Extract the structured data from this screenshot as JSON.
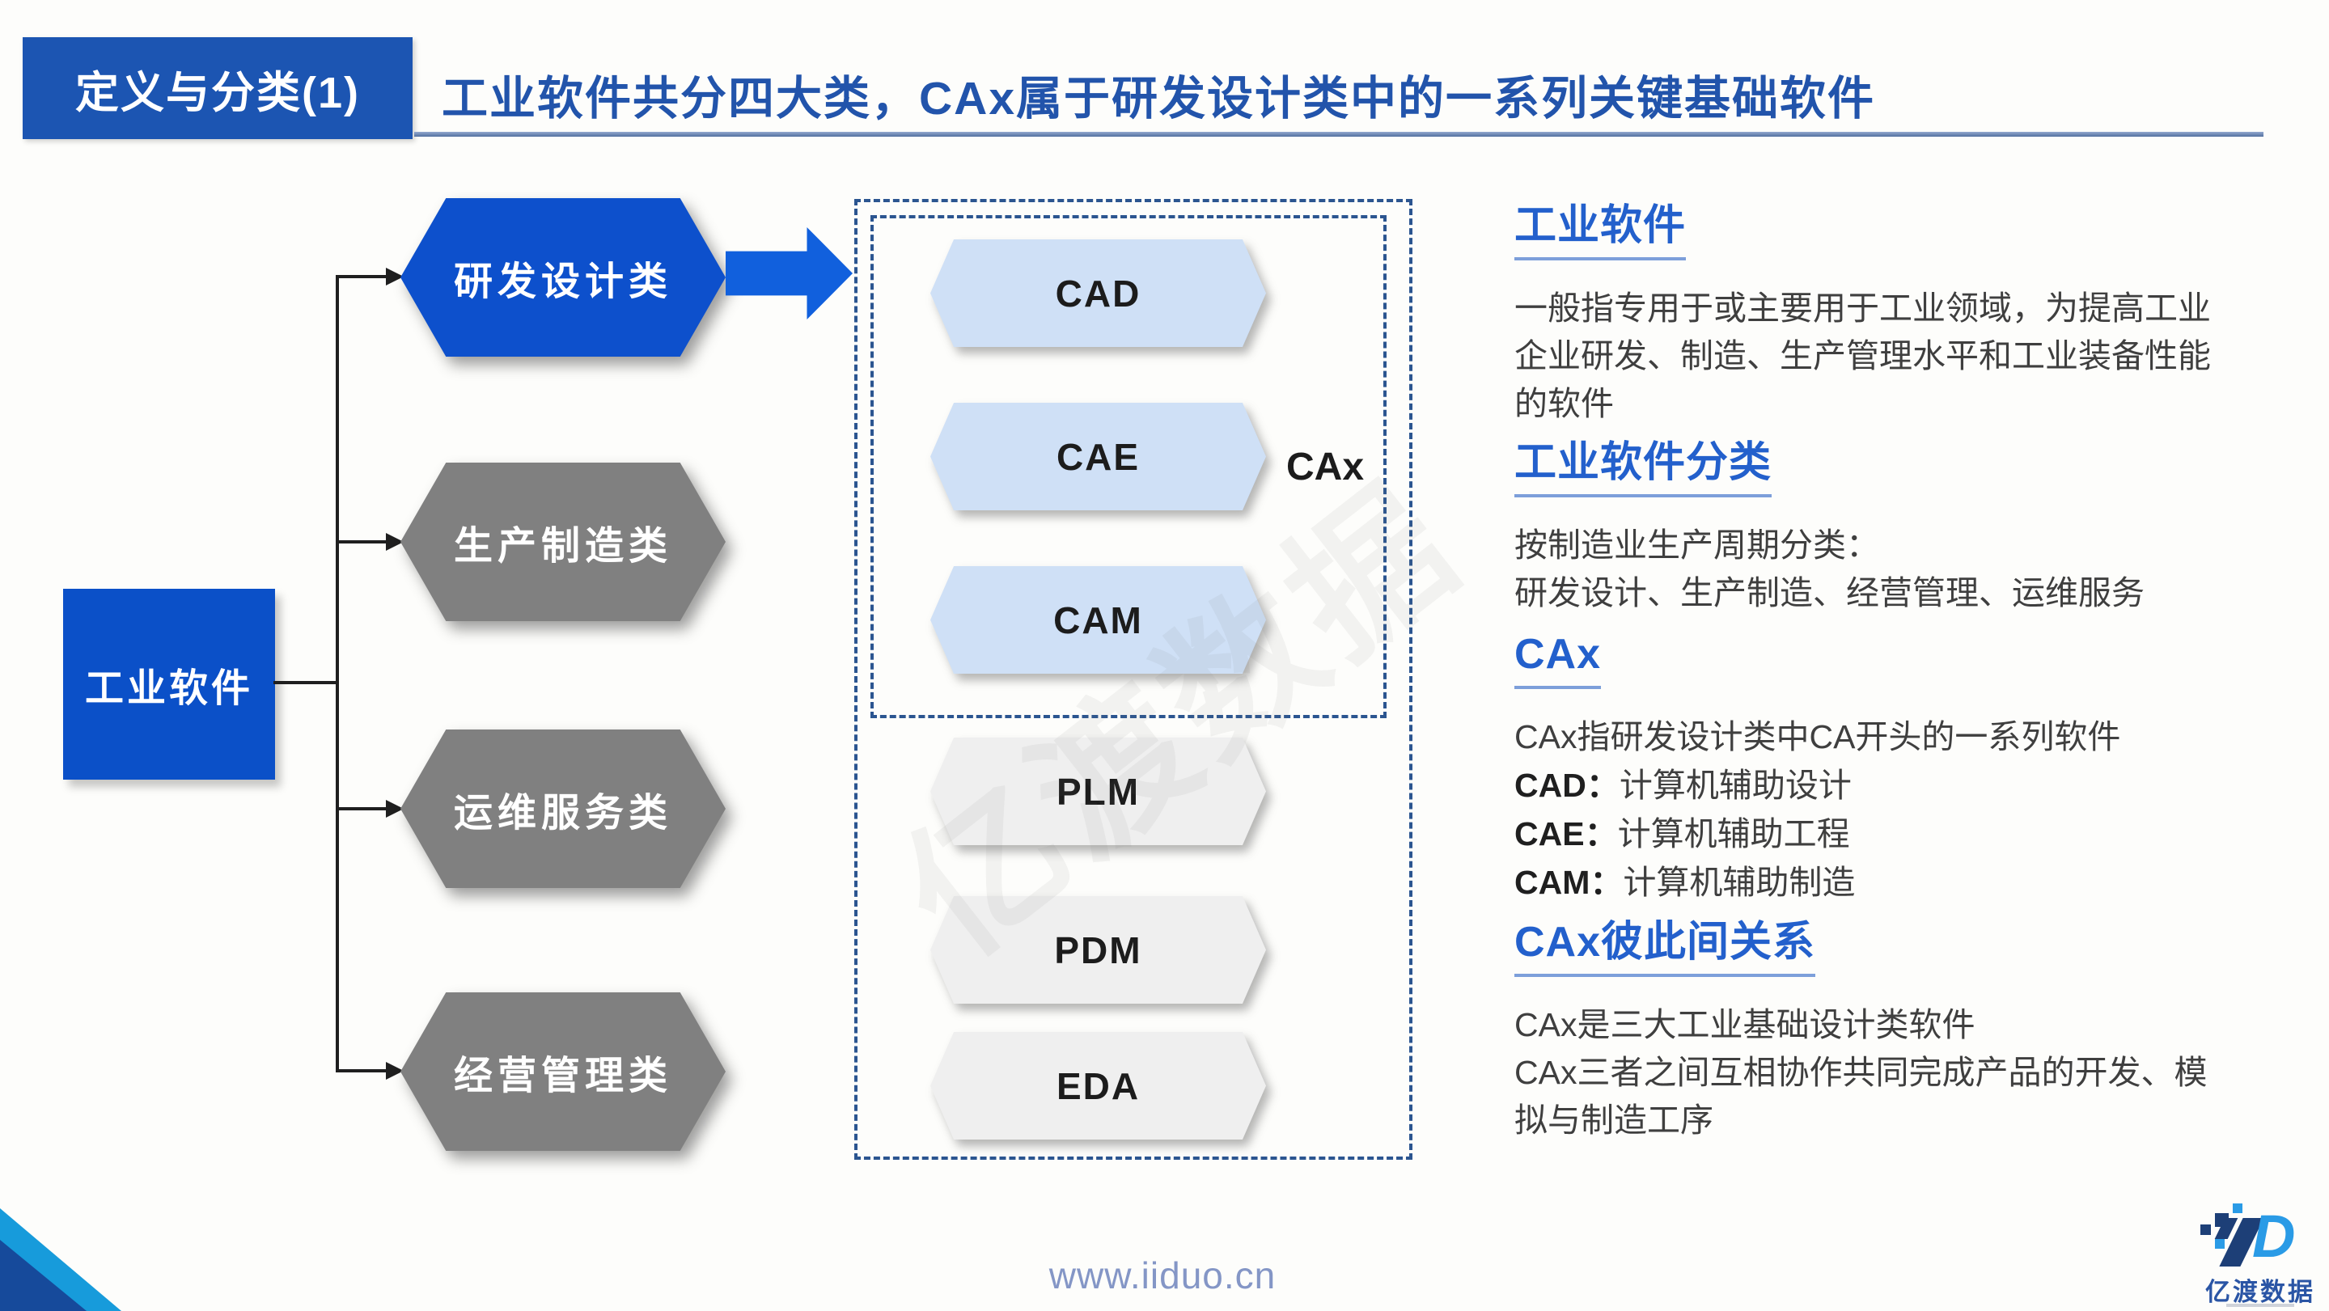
{
  "header": {
    "badge": "定义与分类(1)",
    "title": "工业软件共分四大类，CAx属于研发设计类中的一系列关键基础软件"
  },
  "tree": {
    "root": "工业软件",
    "categories": [
      {
        "label": "研发设计类",
        "highlighted": true
      },
      {
        "label": "生产制造类",
        "highlighted": false
      },
      {
        "label": "运维服务类",
        "highlighted": false
      },
      {
        "label": "经营管理类",
        "highlighted": false
      }
    ]
  },
  "software_groups": {
    "cax_group_label": "CAx",
    "cax_items": [
      "CAD",
      "CAE",
      "CAM"
    ],
    "other_items": [
      "PLM",
      "PDM",
      "EDA"
    ]
  },
  "right_panel": {
    "sections": [
      {
        "heading": "工业软件",
        "lines": [
          "一般指专用于或主要用于工业领域，为提高工业",
          "企业研发、制造、生产管理水平和工业装备性能",
          "的软件"
        ]
      },
      {
        "heading": "工业软件分类",
        "lines": [
          "按制造业生产周期分类：",
          "研发设计、生产制造、经营管理、运维服务"
        ]
      },
      {
        "heading": "CAx",
        "lines": [
          "CAx指研发设计类中CA开头的一系列软件"
        ],
        "terms": [
          {
            "term": "CAD：",
            "desc": "计算机辅助设计"
          },
          {
            "term": "CAE：",
            "desc": "计算机辅助工程"
          },
          {
            "term": "CAM：",
            "desc": "计算机辅助制造"
          }
        ]
      },
      {
        "heading": "CAx彼此间关系",
        "lines": [
          "CAx是三大工业基础设计类软件",
          "CAx三者之间互相协作共同完成产品的开发、模",
          "拟与制造工序"
        ]
      }
    ]
  },
  "footer": {
    "url": "www.iiduo.cn",
    "logo_text": "亿渡数据",
    "logo_letter": "D"
  },
  "watermark": "亿渡数据",
  "colors": {
    "header_badge_bg": "#1c55b2",
    "title_text": "#2254ab",
    "primary_blue": "#0d50cc",
    "gray_node": "#808080",
    "light_blue_node": "#cfe0f6",
    "light_gray_node": "#efefef",
    "dashed_border": "#2b5590",
    "heading_blue": "#2360cc",
    "body_text": "#3f3f3f",
    "url_text": "#8496c6",
    "corner_light": "#179bdb",
    "corner_dark": "#164a9b"
  }
}
